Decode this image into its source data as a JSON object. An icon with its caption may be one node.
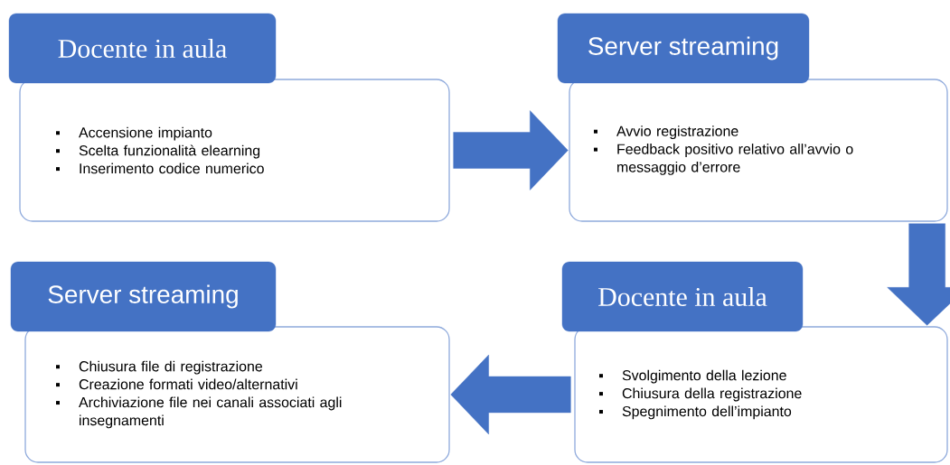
{
  "diagram": {
    "nodes": [
      {
        "text": [
          "Docente in aula",
          "Accensione impianto",
          "Scelta funzionalità elearning",
          "Inserimento codice numerico"
        ]
      },
      {
        "text": [
          "Server streaming",
          "Avvio registrazione",
          "Feedback positivo relativo all’avvio o messaggio d’errore"
        ]
      },
      {
        "text": [
          "Docente in aula",
          "Svolgimento della lezione",
          "Chiusura della registrazione",
          "Spegnimento dell’impianto"
        ]
      },
      {
        "text": [
          "Server streaming",
          "Chiusura file di registrazione",
          "Creazione formati video/alternativi",
          "Archiviazione file nei canali associati agli insegnamenti"
        ]
      }
    ],
    "edges": [
      {
        "from": 0,
        "to": 1,
        "arrow": "to"
      },
      {
        "from": 1,
        "to": 2,
        "arrow": "to"
      },
      {
        "from": 2,
        "to": 3,
        "arrow": "to"
      }
    ]
  }
}
